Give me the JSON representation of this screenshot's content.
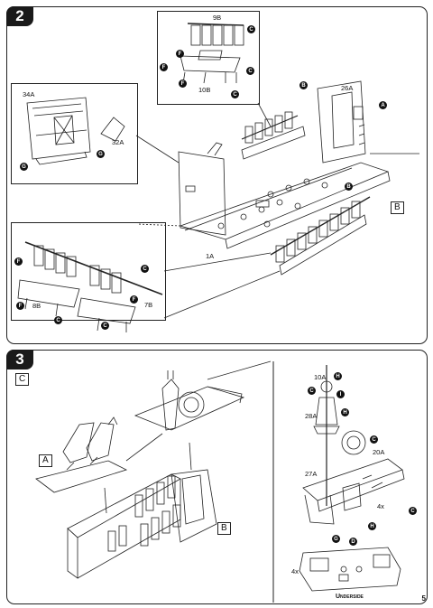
{
  "steps": [
    {
      "number": "2",
      "box_label": "B",
      "parts": [
        "9B",
        "10B",
        "34A",
        "32A",
        "26A",
        "1A",
        "8B",
        "7B"
      ],
      "callouts": [
        "C",
        "F",
        "C",
        "F",
        "C",
        "F",
        "G",
        "G",
        "B",
        "A",
        "B",
        "F",
        "F",
        "C",
        "C",
        "F",
        "C"
      ]
    },
    {
      "number": "3",
      "box_label_c": "C",
      "box_label_a": "A",
      "box_label_b": "B",
      "parts": [
        "10A",
        "28A",
        "20A",
        "27A"
      ],
      "multipliers": [
        "4x",
        "4x"
      ],
      "callouts": [
        "C",
        "H",
        "I",
        "H",
        "C",
        "C",
        "H",
        "G",
        "D"
      ],
      "underside_label": "Underside"
    }
  ],
  "page_number": "5"
}
